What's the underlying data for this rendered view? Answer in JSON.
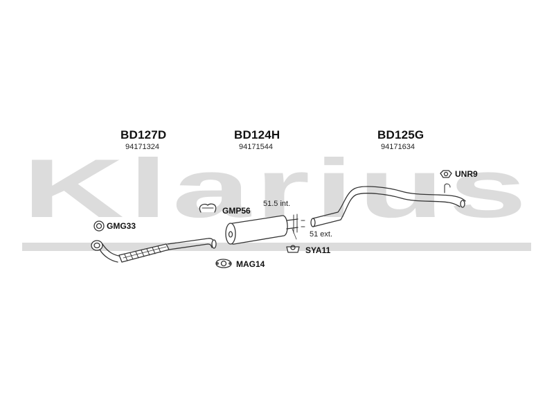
{
  "watermark": {
    "text": "Klarius",
    "color": "#dcdcdc"
  },
  "parts": [
    {
      "code": "BD127D",
      "number": "94171324"
    },
    {
      "code": "BD124H",
      "number": "94171544"
    },
    {
      "code": "BD125G",
      "number": "94171634"
    }
  ],
  "accessories": {
    "gmg": "GMG33",
    "gmp": "GMP56",
    "mag": "MAG14",
    "sya": "SYA11",
    "unr": "UNR9"
  },
  "dimensions": {
    "internal": "51.5 int.",
    "external": "51 ext."
  },
  "colors": {
    "pipe_stroke": "#333333",
    "pipe_fill": "#ffffff"
  }
}
